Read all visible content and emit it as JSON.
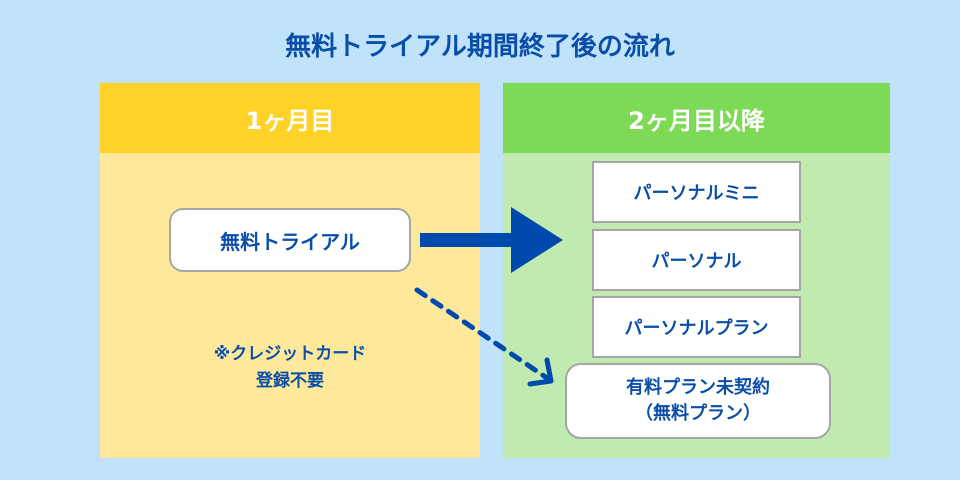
{
  "title": "無料トライアル期間終了後の流れ",
  "colors": {
    "background": "#c1e3f9",
    "text_blue": "#0b4ea8",
    "month1_header": "#fed227",
    "month1_body": "#fde89b",
    "month2_header": "#7ed957",
    "month2_body": "#c1eab0",
    "arrow": "#004aad"
  },
  "month1": {
    "header": "1ヶ月目",
    "trial_label": "無料トライアル",
    "note_line1": "※クレジットカード",
    "note_line2": "登録不要"
  },
  "month2": {
    "header": "2ヶ月目以降",
    "plans": [
      {
        "label": "パーソナルミニ"
      },
      {
        "label": "パーソナル"
      },
      {
        "label": "パーソナルプラン"
      }
    ],
    "free_line1": "有料プラン未契約",
    "free_line2": "（無料プラン）"
  },
  "arrows": {
    "solid": {
      "from": "無料トライアル",
      "to": "有料プラン",
      "style": "solid"
    },
    "dashed": {
      "from": "無料トライアル",
      "to": "有料プラン未契約（無料プラン）",
      "style": "dashed"
    }
  }
}
